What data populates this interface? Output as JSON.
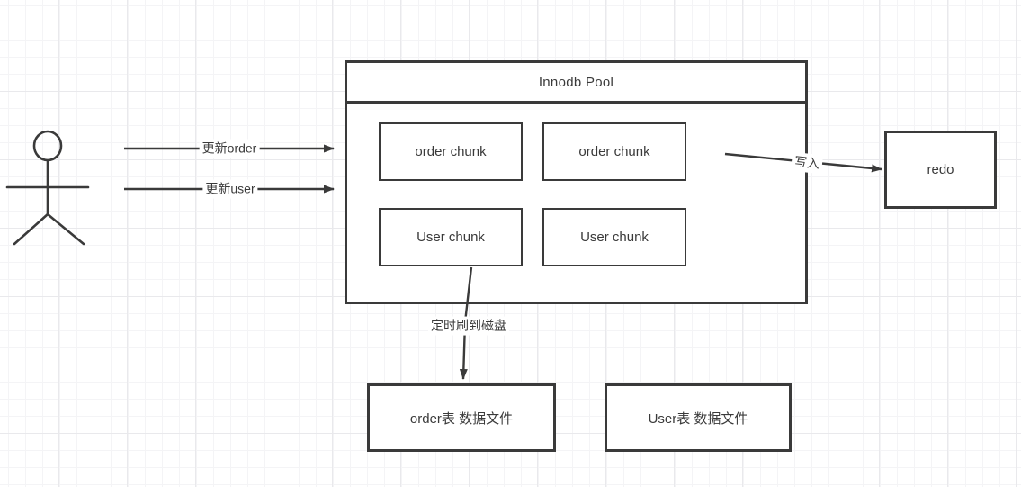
{
  "canvas": {
    "background_color": "#ffffff",
    "grid_minor_color": "#f4f4f6",
    "grid_major_color": "#e9e9ec",
    "stroke_color": "#3a3a3a",
    "text_color": "#3a3a3a"
  },
  "pool": {
    "title": "Innodb Pool",
    "chunks": [
      {
        "label": "order chunk"
      },
      {
        "label": "order chunk"
      },
      {
        "label": "User chunk"
      },
      {
        "label": "User chunk"
      }
    ]
  },
  "redo": {
    "label": "redo"
  },
  "data_files": [
    {
      "label": "order表 数据文件"
    },
    {
      "label": "User表 数据文件"
    }
  ],
  "edges": {
    "update_order": "更新order",
    "update_user": "更新user",
    "write_in": "写入",
    "flush_to_disk": "定时刷到磁盘"
  }
}
